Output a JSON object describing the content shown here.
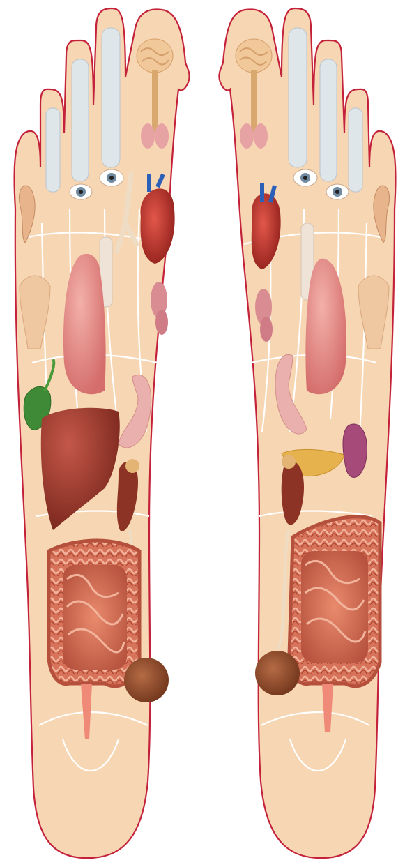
{
  "colors": {
    "background": "#ffffff",
    "skin": "#f6d6b3",
    "skin_light": "#fbe6cc",
    "outline": "#c4223a",
    "zone_lines": "#ffffff",
    "lung": "#e58a86",
    "liver": "#9c3a2c",
    "heart": "#c0392b",
    "intestine": "#d9735a",
    "gallbladder": "#3f8a36",
    "stomach": "#eab0ad",
    "kidney": "#8c3326",
    "pancreas": "#e6b24d",
    "spleen": "#a64a7a",
    "bladder": "#8a4a2e",
    "brain": "#f1c89a",
    "thyroid": "#e7a3a3",
    "eye_iris": "#6f8aa0",
    "sinus": "#dfe6ea",
    "vessel_blue": "#2b5fb8"
  },
  "feet": [
    {
      "id": "right-foot",
      "organs": [
        "sinus",
        "brain",
        "pituitary",
        "thyroid",
        "eye",
        "ear",
        "lung",
        "trachea",
        "heart",
        "adrenal",
        "shoulder",
        "gallbladder",
        "liver",
        "stomach",
        "kidney",
        "ureter",
        "large-intestine",
        "small-intestine",
        "bladder",
        "rectum"
      ]
    },
    {
      "id": "left-foot",
      "organs": [
        "sinus",
        "brain",
        "pituitary",
        "thyroid",
        "eye",
        "ear",
        "lung",
        "heart",
        "adrenal",
        "shoulder",
        "stomach",
        "pancreas",
        "spleen",
        "kidney",
        "ureter",
        "large-intestine",
        "small-intestine",
        "bladder",
        "rectum"
      ]
    }
  ]
}
